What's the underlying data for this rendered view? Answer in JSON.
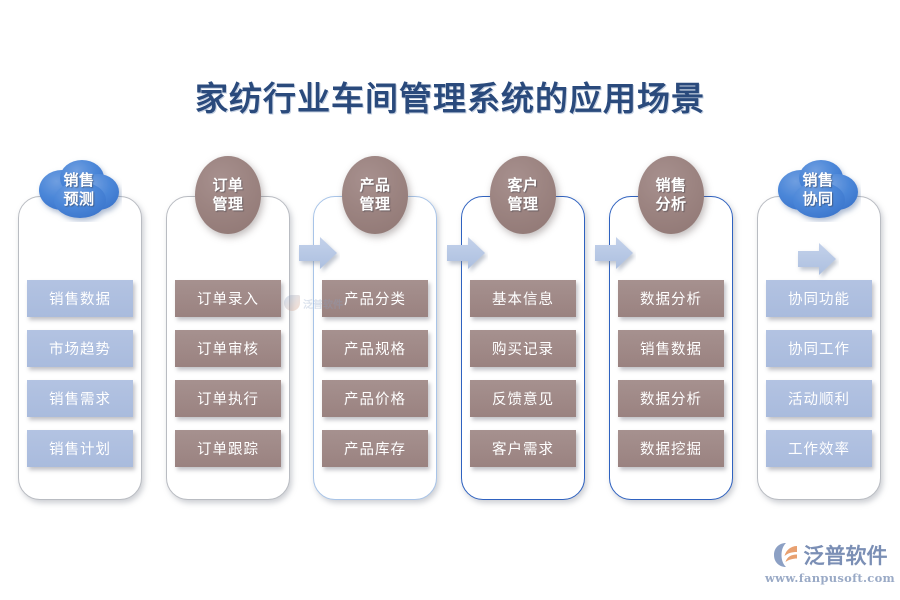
{
  "page": {
    "title": "家纺行业车间管理系统的应用场景",
    "background_color": "#ffffff",
    "title_color": "#2a4a7c"
  },
  "colors": {
    "cloud_blue": "#4a86d8",
    "ellipse_brown": "#9c8481",
    "item_blue": "#aebfe0",
    "item_brown": "#9f8a87",
    "arrow_blue": "#b5c6e4",
    "frame_grey": "#b9bcc2",
    "frame_light_blue": "#a8c4e8",
    "frame_blue": "#2f62c0"
  },
  "columns": [
    {
      "id": "sales-forecast",
      "header": {
        "line1": "销售",
        "line2": "预测",
        "shape": "cloud"
      },
      "frame": "grey",
      "item_style": "blue",
      "items": [
        "销售数据",
        "市场趋势",
        "销售需求",
        "销售计划"
      ]
    },
    {
      "id": "order-management",
      "header": {
        "line1": "订单",
        "line2": "管理",
        "shape": "ellipse"
      },
      "frame": "grey",
      "item_style": "brown",
      "items": [
        "订单录入",
        "订单审核",
        "订单执行",
        "订单跟踪"
      ]
    },
    {
      "id": "product-management",
      "header": {
        "line1": "产品",
        "line2": "管理",
        "shape": "ellipse"
      },
      "frame": "light-blue",
      "item_style": "brown",
      "items": [
        "产品分类",
        "产品规格",
        "产品价格",
        "产品库存"
      ]
    },
    {
      "id": "customer-management",
      "header": {
        "line1": "客户",
        "line2": "管理",
        "shape": "ellipse"
      },
      "frame": "blue",
      "item_style": "brown",
      "items": [
        "基本信息",
        "购买记录",
        "反馈意见",
        "客户需求"
      ]
    },
    {
      "id": "sales-analysis",
      "header": {
        "line1": "销售",
        "line2": "分析",
        "shape": "ellipse"
      },
      "frame": "blue",
      "item_style": "brown",
      "items": [
        "数据分析",
        "销售数据",
        "数据分析",
        "数据挖掘"
      ]
    },
    {
      "id": "sales-collaboration",
      "header": {
        "line1": "销售",
        "line2": "协同",
        "shape": "cloud"
      },
      "frame": "grey",
      "item_style": "blue",
      "items": [
        "协同功能",
        "协同工作",
        "活动顺利",
        "工作效率"
      ]
    }
  ],
  "arrows": [
    {
      "id": "arrow-1",
      "between": "order-management -> product-management"
    },
    {
      "id": "arrow-2",
      "between": "product-management -> customer-management"
    },
    {
      "id": "arrow-3",
      "between": "customer-management -> sales-analysis"
    },
    {
      "id": "arrow-4",
      "between": "sales-analysis -> sales-collaboration"
    }
  ],
  "branding": {
    "logo_text": "泛普软件",
    "url": "www.fanpusoft.com",
    "watermark_text": "泛普软件"
  }
}
